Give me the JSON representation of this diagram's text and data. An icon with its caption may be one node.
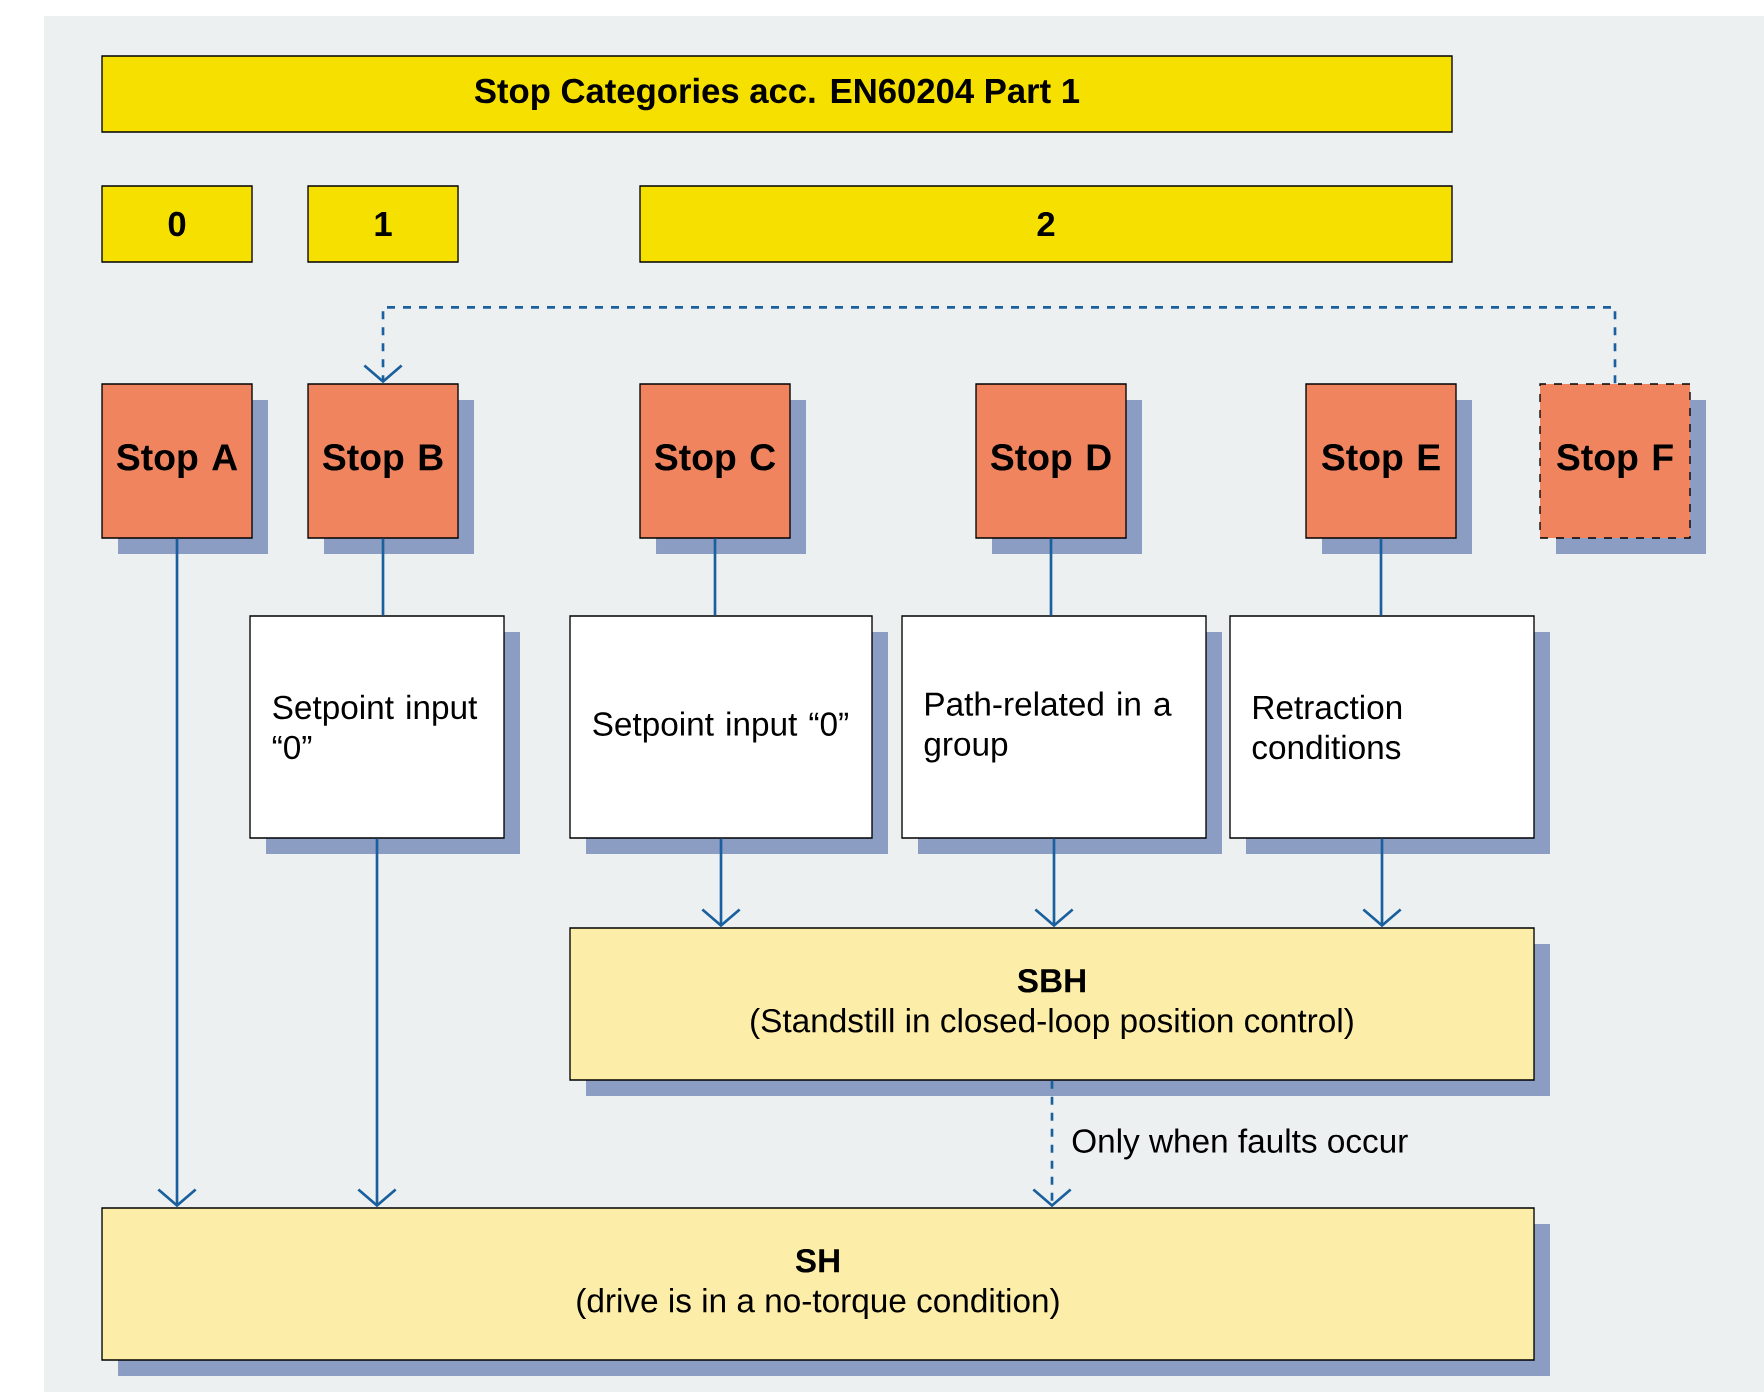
{
  "diagram": {
    "nodes": [
      {
        "text": [
          "Stop Categories acc. EN60204 Part 1"
        ]
      },
      {
        "text": [
          "0"
        ]
      },
      {
        "text": [
          "1"
        ]
      },
      {
        "text": [
          "2"
        ]
      },
      {
        "text": [
          "Stop A"
        ]
      },
      {
        "text": [
          "Stop B"
        ]
      },
      {
        "text": [
          "Stop C"
        ]
      },
      {
        "text": [
          "Stop D"
        ]
      },
      {
        "text": [
          "Stop E"
        ]
      },
      {
        "text": [
          "Stop F"
        ]
      },
      {
        "text": [
          "Setpoint input “0”"
        ]
      },
      {
        "text": [
          "Setpoint input “0”"
        ]
      },
      {
        "text": [
          "Path-related in a group"
        ]
      },
      {
        "text": [
          "Retraction conditions"
        ]
      },
      {
        "text": [
          "SBH",
          "(Standstill in closed-loop position control)"
        ]
      },
      {
        "text": [
          "SH",
          "(drive is in a no-torque condition)"
        ]
      }
    ],
    "edges": [
      {
        "from": 9,
        "to": 5,
        "arrow": "to",
        "style": "dashed"
      },
      {
        "from": 4,
        "to": 15,
        "arrow": "to"
      },
      {
        "from": 5,
        "to": 10,
        "arrow": "none"
      },
      {
        "from": 10,
        "to": 15,
        "arrow": "to"
      },
      {
        "from": 6,
        "to": 11,
        "arrow": "none"
      },
      {
        "from": 11,
        "to": 14,
        "arrow": "to"
      },
      {
        "from": 7,
        "to": 12,
        "arrow": "none"
      },
      {
        "from": 12,
        "to": 14,
        "arrow": "to"
      },
      {
        "from": 8,
        "to": 13,
        "arrow": "none"
      },
      {
        "from": 13,
        "to": 14,
        "arrow": "to"
      },
      {
        "from": 14,
        "to": 15,
        "arrow": "to",
        "style": "dashed",
        "label": "Only when faults occur"
      }
    ]
  }
}
